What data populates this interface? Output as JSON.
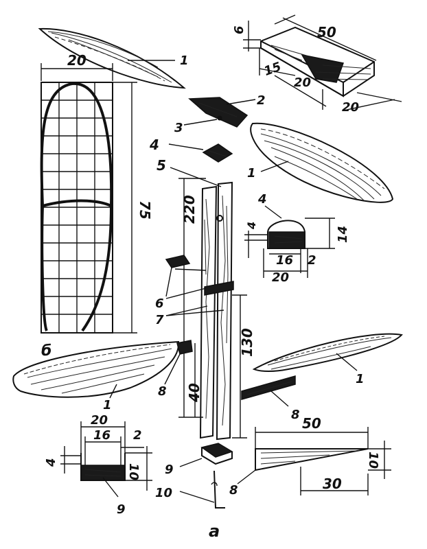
{
  "parts": {
    "blade": "1",
    "hub": "2",
    "pin": "3",
    "top_cap": "4",
    "shaft": "5",
    "stopper": "6",
    "slot": "7",
    "blade_holder": "8",
    "bottom_cap": "9",
    "hook": "10"
  },
  "dimensions": {
    "hub_height": "6",
    "hub_length": "50",
    "hub_a": "15",
    "hub_b": "20",
    "hub_width": "20",
    "template_width": "20",
    "template_height": "75",
    "shaft_length": "220",
    "cap_thickness": "4",
    "cap_height": "14",
    "cap_inner": "16",
    "cap_side": "2",
    "cap_width": "20",
    "lower_length": "130",
    "lower_short": "40",
    "bottom_width": "20",
    "bottom_inner": "16",
    "bottom_side": "2",
    "bottom_thickness": "4",
    "bottom_height": "10",
    "holder_length": "50",
    "holder_height": "10",
    "holder_short": "30"
  },
  "captions": {
    "template": "б",
    "main": "а"
  }
}
